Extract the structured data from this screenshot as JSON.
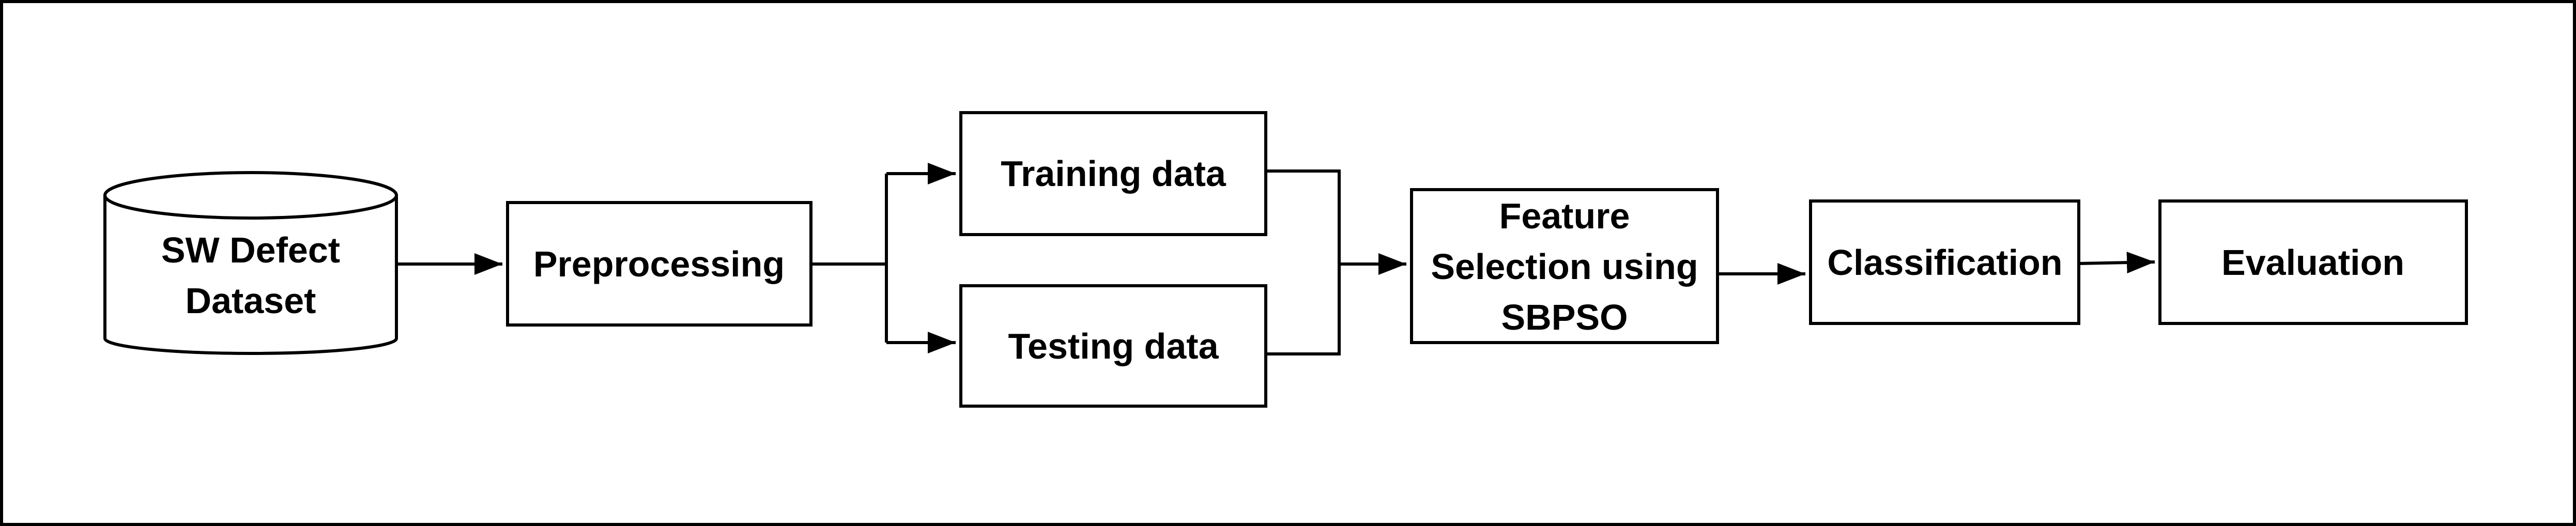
{
  "diagram": {
    "nodes": {
      "dataset": {
        "line1": "SW Defect",
        "line2": "Dataset"
      },
      "preprocessing": {
        "label": "Preprocessing"
      },
      "training": {
        "label": "Training data"
      },
      "testing": {
        "label": "Testing data"
      },
      "feature_selection": {
        "line1": "Feature",
        "line2": "Selection using",
        "line3": "SBPSO"
      },
      "classification": {
        "label": "Classification"
      },
      "evaluation": {
        "label": "Evaluation"
      }
    },
    "colors": {
      "stroke": "#000000",
      "fill": "#ffffff",
      "text": "#000000"
    }
  }
}
